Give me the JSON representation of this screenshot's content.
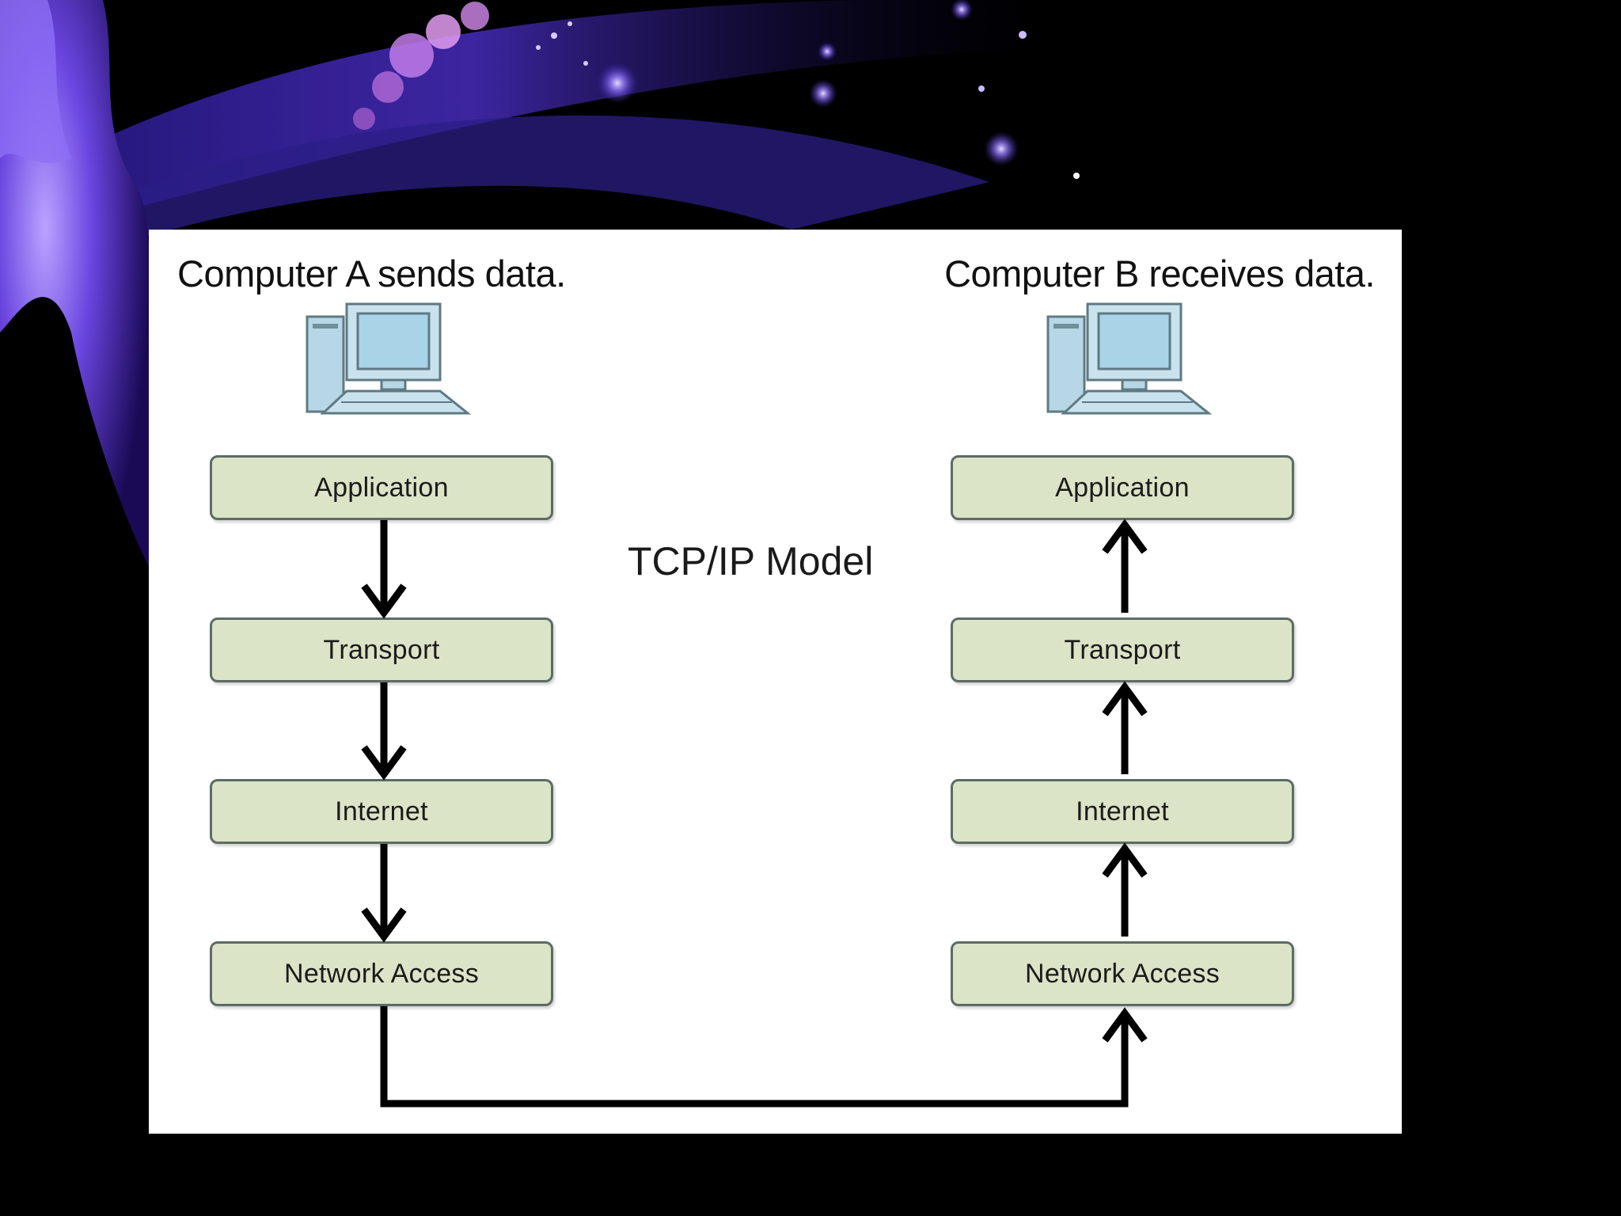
{
  "slide": {
    "caption_left": "Computer A sends data.",
    "caption_right": "Computer B receives data.",
    "model_title": "TCP/IP Model"
  },
  "sender": {
    "layers": [
      "Application",
      "Transport",
      "Internet",
      "Network Access"
    ]
  },
  "receiver": {
    "layers": [
      "Application",
      "Transport",
      "Internet",
      "Network Access"
    ]
  },
  "icons": {
    "sender_computer": "desktop-computer-icon",
    "receiver_computer": "desktop-computer-icon"
  },
  "colors": {
    "layer_fill": "#dbe4c6",
    "layer_border": "#5d6b66",
    "arrow": "#000000",
    "background_accent": "#5b3fd6"
  }
}
